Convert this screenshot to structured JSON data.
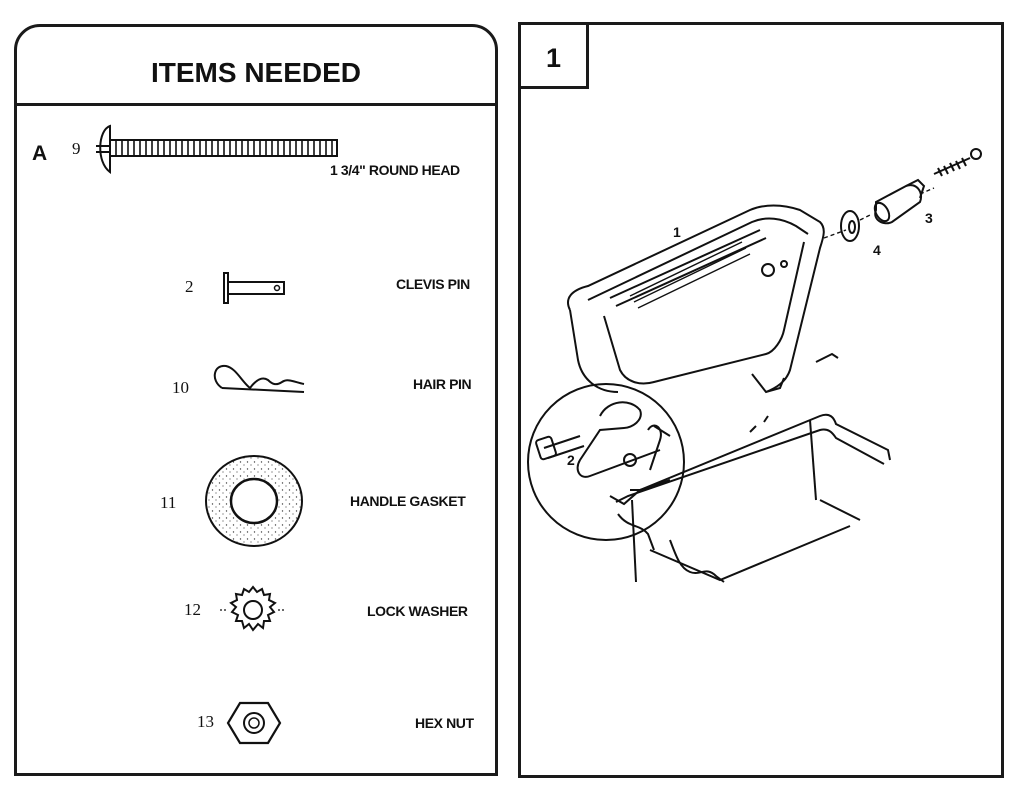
{
  "items_panel": {
    "title": "ITEMS NEEDED",
    "section_letter": "A",
    "items": [
      {
        "number": "9",
        "label": "1 3/4\" ROUND HEAD"
      },
      {
        "number": "2",
        "label": "CLEVIS PIN"
      },
      {
        "number": "10",
        "label": "HAIR PIN"
      },
      {
        "number": "11",
        "label": "HANDLE GASKET"
      },
      {
        "number": "12",
        "label": "LOCK WASHER"
      },
      {
        "number": "13",
        "label": "HEX NUT"
      }
    ]
  },
  "step_panel": {
    "step_number": "1",
    "callouts": [
      {
        "id": "lid",
        "text": "1"
      },
      {
        "id": "handle",
        "text": "3"
      },
      {
        "id": "gasket",
        "text": "4"
      },
      {
        "id": "clevis",
        "text": "2"
      }
    ]
  }
}
